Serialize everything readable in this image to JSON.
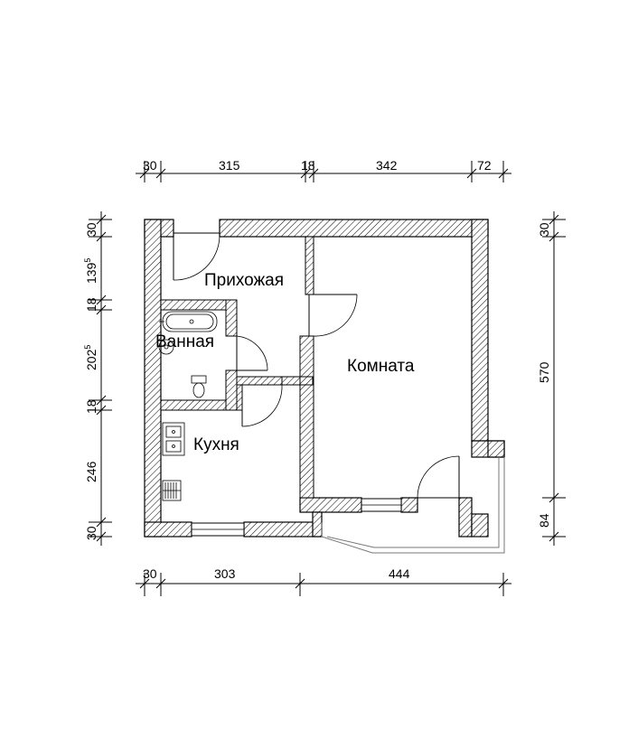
{
  "plan": {
    "rooms": {
      "hallway": "Прихожая",
      "bathroom": "Ванная",
      "room": "Комната",
      "kitchen": "Кухня"
    },
    "dims_top": [
      "30",
      "315",
      "18",
      "342",
      "72"
    ],
    "dims_bottom": [
      "30",
      "303",
      "444"
    ],
    "dims_right": [
      "30",
      "570",
      "84"
    ],
    "dims_left": {
      "d1": "30",
      "d2_base": "139",
      "d2_sup": "5",
      "d3": "18",
      "d4_base": "202",
      "d4_sup": "5",
      "d5": "18",
      "d6": "246",
      "d7": "30"
    }
  }
}
